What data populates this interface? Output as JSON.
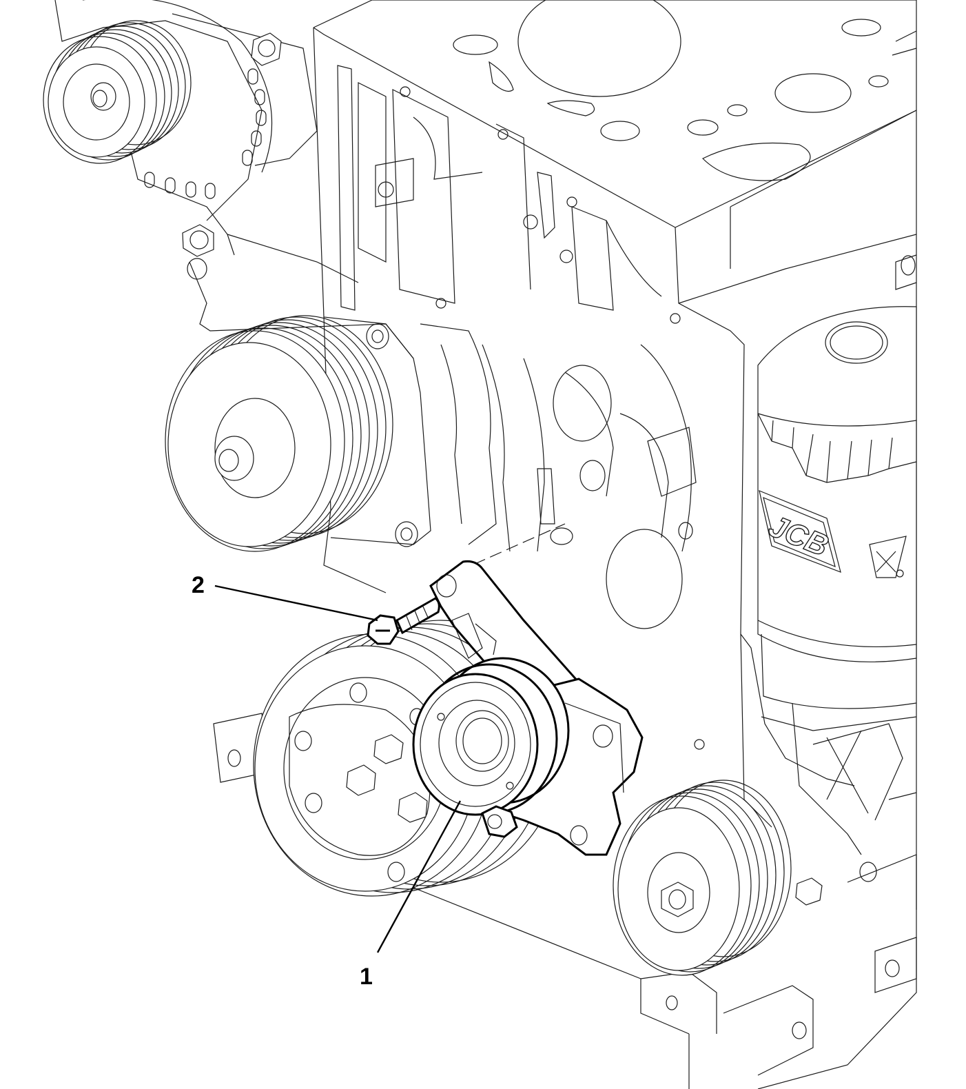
{
  "diagram": {
    "callouts": [
      {
        "id": "1",
        "label": "1"
      },
      {
        "id": "2",
        "label": "2"
      }
    ],
    "filter_logo": "JCB",
    "line_color": "#1a1a1a",
    "background_color": "#ffffff"
  }
}
